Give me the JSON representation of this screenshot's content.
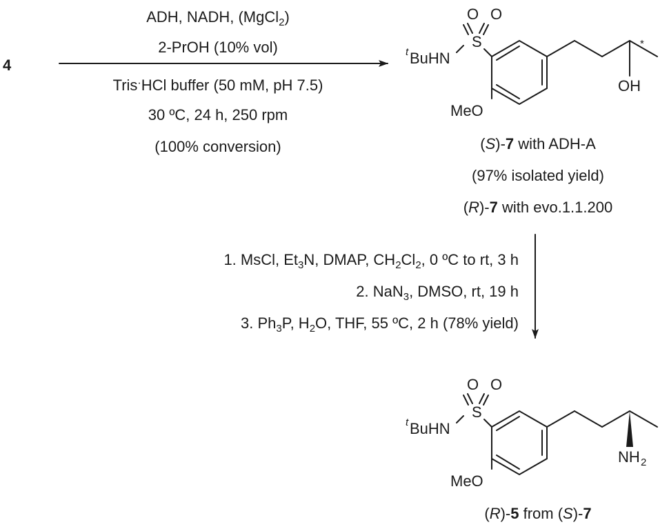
{
  "start_compound": "4",
  "step1": {
    "line1": {
      "pre": "ADH, NADH, (MgCl",
      "sub": "2",
      "post": ")"
    },
    "line2": "2-PrOH (10% vol)",
    "line3": {
      "pre": "Tris",
      "dot": "·",
      "post": "HCl buffer (50 mM, pH 7.5)"
    },
    "line4": "30 ºC, 24 h, 250 rpm",
    "line5": "(100% conversion)"
  },
  "product1": {
    "captions": {
      "l1": {
        "pre": "(",
        "it": "S",
        "mid": ")-",
        "bold": "7",
        "post": " with ADH-A"
      },
      "l2": "(97% isolated yield)",
      "l3": {
        "pre": "(",
        "it": "R",
        "mid": ")-",
        "bold": "7",
        "post": " with evo.1.1.200"
      }
    }
  },
  "step2": {
    "line1": {
      "a": "1. MsCl, Et",
      "s1": "3",
      "b": "N, DMAP, CH",
      "s2": "2",
      "c": "Cl",
      "s3": "2",
      "d": ", 0 ºC to rt, 3 h"
    },
    "line2": {
      "a": "2. NaN",
      "s1": "3",
      "b": ", DMSO, rt, 19 h"
    },
    "line3": {
      "a": "3. Ph",
      "s1": "3",
      "b": "P, H",
      "s2": "2",
      "c": "O, THF, 55 ºC, 2 h (78% yield)"
    }
  },
  "product2": {
    "caption": {
      "p1": "(",
      "it1": "R",
      "p2": ")-",
      "b1": "5",
      "p3": " from (",
      "it2": "S",
      "p4": ")-",
      "b2": "7"
    }
  },
  "atoms": {
    "o": "O",
    "s": "S",
    "t": "t",
    "buhn": "BuHN",
    "meo": "MeO",
    "oh": "OH",
    "nh": "NH",
    "nh_sub": "2",
    "star": "*"
  }
}
